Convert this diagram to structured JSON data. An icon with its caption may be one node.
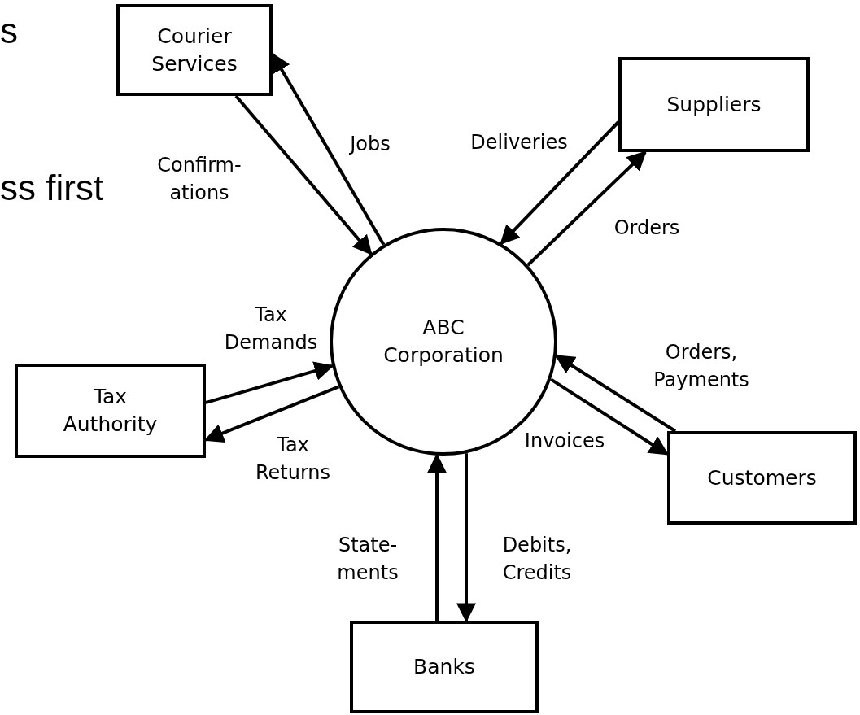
{
  "diagram": {
    "nodes": [
      {
        "text": [
          "Courier Services"
        ]
      },
      {
        "text": [
          "Suppliers"
        ]
      },
      {
        "text": [
          "ABC Corporation"
        ]
      },
      {
        "text": [
          "Tax Authority"
        ]
      },
      {
        "text": [
          "Customers"
        ]
      },
      {
        "text": [
          "Banks"
        ]
      }
    ],
    "edges": [
      {
        "from": 0,
        "to": 2,
        "arrow": "to",
        "label": "Confirm- ations"
      },
      {
        "from": 2,
        "to": 0,
        "arrow": "to",
        "label": "Jobs"
      },
      {
        "from": 1,
        "to": 2,
        "arrow": "to",
        "label": "Deliveries"
      },
      {
        "from": 2,
        "to": 1,
        "arrow": "to",
        "label": "Orders"
      },
      {
        "from": 3,
        "to": 2,
        "arrow": "to",
        "label": "Tax Demands"
      },
      {
        "from": 2,
        "to": 3,
        "arrow": "to",
        "label": "Tax Returns"
      },
      {
        "from": 4,
        "to": 2,
        "arrow": "to",
        "label": "Orders, Payments"
      },
      {
        "from": 2,
        "to": 4,
        "arrow": "to",
        "label": "Invoices"
      },
      {
        "from": 5,
        "to": 2,
        "arrow": "to",
        "label": "State- ments"
      },
      {
        "from": 2,
        "to": 5,
        "arrow": "to",
        "label": "Debits, Credits"
      }
    ],
    "labels": [
      "s",
      "ss first"
    ]
  }
}
